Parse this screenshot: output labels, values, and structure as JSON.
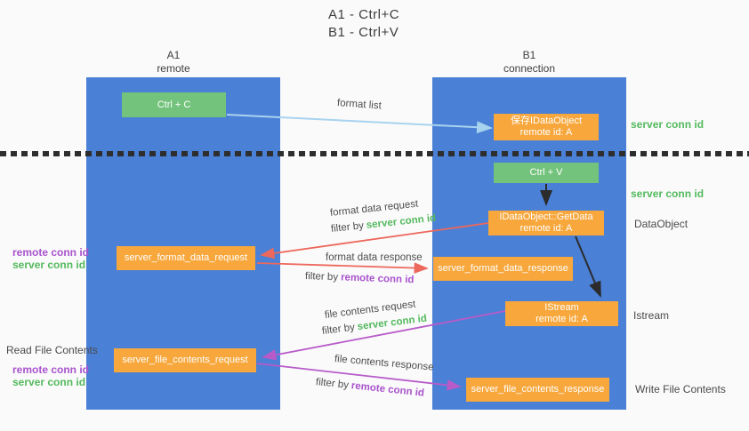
{
  "title": {
    "line1": "A1 - Ctrl+C",
    "line2": "B1 - Ctrl+V"
  },
  "columns": {
    "left": {
      "name": "A1",
      "role": "remote"
    },
    "right": {
      "name": "B1",
      "role": "connection"
    }
  },
  "boxes": {
    "ctrl_c": "Ctrl + C",
    "save_idataobject": {
      "line1": "保存IDataObject",
      "line2": "remote id: A"
    },
    "ctrl_v": "Ctrl + V",
    "getdata": {
      "line1": "IDataObject::GetData",
      "line2": "remote id: A"
    },
    "format_request": "server_format_data_request",
    "format_response": "server_format_data_response",
    "istream": {
      "line1": "IStream",
      "line2": "remote id: A"
    },
    "file_request": "server_file_contents_request",
    "file_response": "server_file_contents_response"
  },
  "flow_labels": {
    "format_list": "format list",
    "format_data_request": "format data request",
    "format_data_response": "format data response",
    "file_contents_request": "file contents request",
    "file_contents_response": "file contents response",
    "filter_by": "filter by",
    "server_conn_id": "server conn id",
    "remote_conn_id": "remote conn id"
  },
  "side_labels": {
    "right_top_server_conn_id": "server conn id",
    "right_mid_server_conn_id": "server conn id",
    "dataobject": "DataObject",
    "istream": "Istream",
    "write_file_contents": "Write File Contents",
    "left_top_remote_conn_id": "remote conn id",
    "left_top_server_conn_id": "server conn id",
    "read_file_contents": "Read File Contents",
    "left_bottom_remote_conn_id": "remote conn id",
    "left_bottom_server_conn_id": "server conn id"
  },
  "colors": {
    "column_blue": "#4a80d5",
    "box_green": "#74c37c",
    "box_orange": "#f7a73c",
    "arrow_red": "#ed685c",
    "arrow_purple": "#b75bc9",
    "arrow_blue": "#a8d3ef",
    "arrow_black": "#2b2b2b",
    "text_green": "#53b95d",
    "text_purple": "#a953cd",
    "background": "#fafafa"
  }
}
